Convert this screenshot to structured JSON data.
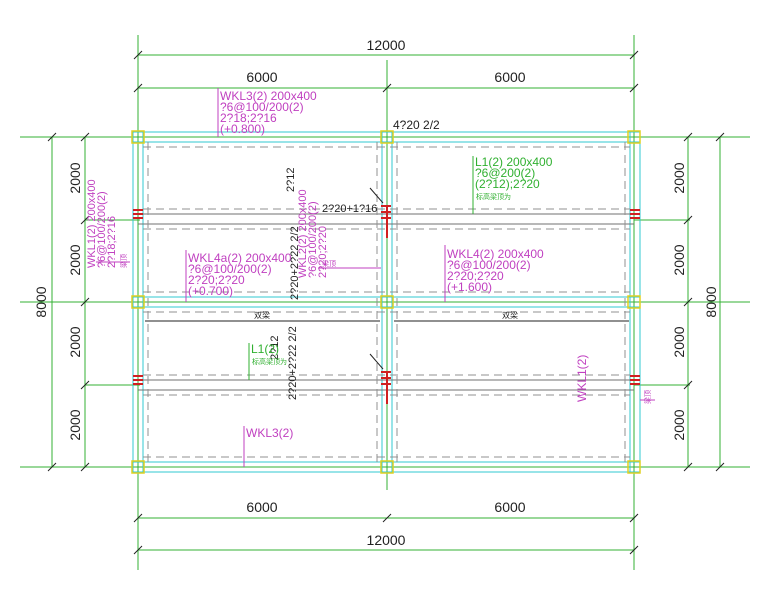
{
  "dimensions": {
    "top_total": "12000",
    "top_span_left": "6000",
    "top_span_right": "6000",
    "bottom_total": "12000",
    "bottom_span_left": "6000",
    "bottom_span_right": "6000",
    "left_total": "8000",
    "right_total": "8000",
    "bay": "2000"
  },
  "beams": {
    "wkl3_top": [
      "WKL3(2) 200x400",
      "?6@100/200(2)",
      "2?18;2?16",
      "(+0.800)"
    ],
    "wkl3_bottom": "WKL3(2)",
    "wkl4a": [
      "WKL4a(2) 200x400",
      "?6@100/200(2)",
      "2?20;2?20",
      "(+0.700)"
    ],
    "wkl4": [
      "WKL4(2) 200x400",
      "?6@100/200(2)",
      "2?20;2?20",
      "(+1.600)"
    ],
    "l1_top": [
      "L1(2) 200x400",
      "?6@200(2)",
      "(2?12);2?20"
    ],
    "l1_top_note": "标高梁顶为",
    "l1_bottom": "L1(2)",
    "l1_bottom_note": "标高梁顶为",
    "wkl1_left": [
      "WKL1(2) 200x400",
      "?6@100/200(2)",
      "2?18;2?16"
    ],
    "wkl1_right": "WKL1(2)",
    "wkl2_mid": [
      "WKL2(2) 200x400",
      "?6@100/200(2)",
      "2?20;2?20"
    ],
    "note_small": "梁顶"
  },
  "rebar": {
    "top_right": "4?20 2/2",
    "mid_212": "2?12",
    "mid_2222": "2?20+2?22 2/2",
    "mid_2216": "2?20+1?16",
    "lower_212": "2?12",
    "lower_2222": "2?20+2?22 2/2"
  },
  "labels": {
    "slab_left": "双梁",
    "slab_right": "双梁"
  }
}
